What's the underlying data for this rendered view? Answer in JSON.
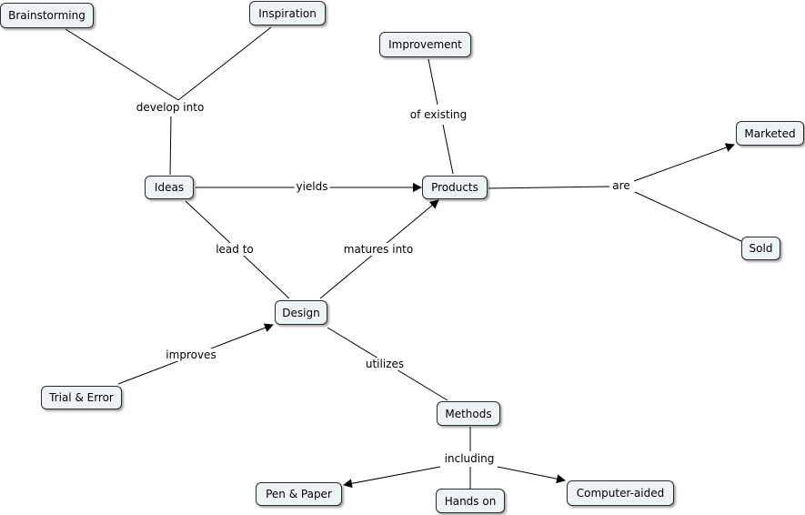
{
  "nodes": {
    "brainstorming": "Brainstorming",
    "inspiration": "Inspiration",
    "improvement": "Improvement",
    "ideas": "Ideas",
    "products": "Products",
    "marketed": "Marketed",
    "sold": "Sold",
    "design": "Design",
    "trial_error": "Trial & Error",
    "methods": "Methods",
    "pen_paper": "Pen & Paper",
    "hands_on": "Hands on",
    "computer_aided": "Computer-aided"
  },
  "links": {
    "develop_into": "develop into",
    "of_existing": "of existing",
    "yields": "yields",
    "are": "are",
    "lead_to": "lead to",
    "matures_into": "matures into",
    "improves": "improves",
    "utilizes": "utilizes",
    "including": "including"
  },
  "colors": {
    "node_fill": "#eef4f6",
    "node_border": "#2a2a2a",
    "line": "#000000"
  }
}
